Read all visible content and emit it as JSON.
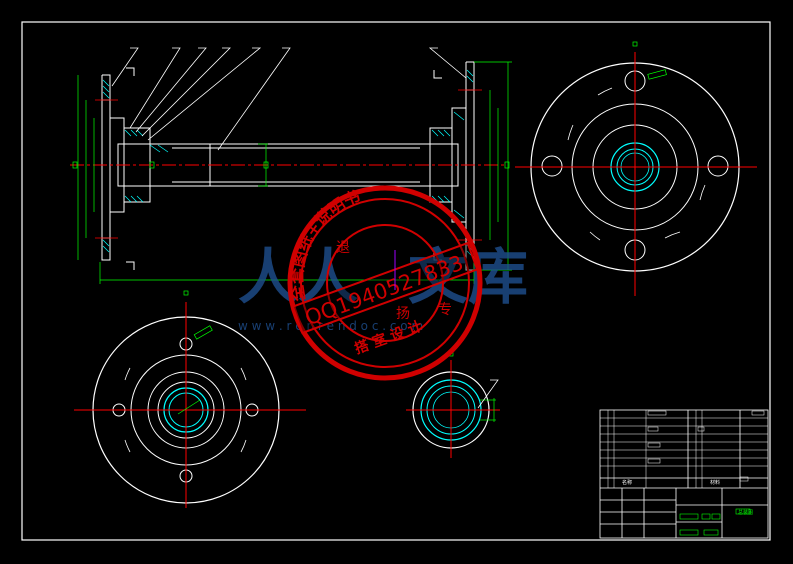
{
  "colors": {
    "background": "#000000",
    "outline": "#ffffff",
    "dimension": "#00ff00",
    "centerline": "#ff0000",
    "hatch": "#00ffff",
    "leader": "#ffffff",
    "stamp": "#d00000",
    "watermark": "#1f4f8f"
  },
  "watermark": {
    "brand_chars": [
      "人",
      "人",
      "文",
      "库"
    ],
    "url": "w w w . r e n r e n d o c . c o m"
  },
  "stamp": {
    "ring_text": "全套图纸+说明书",
    "center_line_1": "QQ1940527833",
    "center_line_2": "搭 室 设 计",
    "inner_left": "退",
    "inner_right": "专",
    "inner_bottom": "扬"
  },
  "title_block": {
    "name_label": "名称",
    "material_label": "材料",
    "drawing_label": "总装图"
  }
}
